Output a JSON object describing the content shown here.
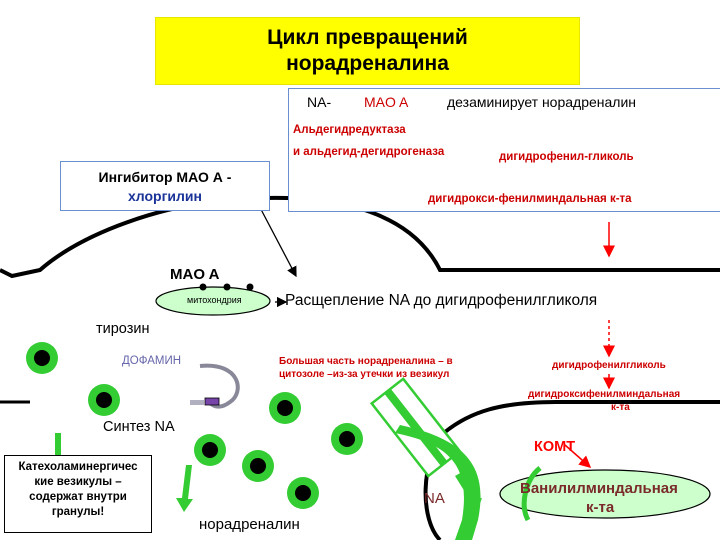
{
  "title": {
    "line1": "Цикл превращений",
    "line2": "норадреналина"
  },
  "top_panel": {
    "na_label": "NA-",
    "mao_label": "MAO A",
    "deaminates": "дезаминирует норадреналин",
    "aldehyde_reductase": "Альдегидредуктаза",
    "aldehyde_dehydrogenase": "и альдегид-дегидрогеназа",
    "dihydrophenylglycol": "дигидрофенил-гликоль",
    "dihydroxymandelic": "дигидрокси-фенилминдальная к-та"
  },
  "inhibitor": {
    "line1": "Ингибитор МАО А -",
    "line2": "хлоргилин"
  },
  "cell": {
    "mao_a": "MAO A",
    "mitochondria": "митохондрия",
    "breakdown": "Расщепление NA до  дигидрофенилгликоля",
    "tyrosine": "тирозин",
    "dopamine": "ДОФАМИН",
    "cytosol_line1": "Большая часть норадреналина – в",
    "cytosol_line2": "цитозоле –из-за утечки из везикул",
    "right_glycol": "дигидрофенилгликоль",
    "right_mandelic_line1": "дигидроксифенилминдальная",
    "right_mandelic_line2": "к-та",
    "synthesis": "Синтез NA",
    "comt": "КОМТ",
    "na_out": "NA",
    "noradrenaline": "норадреналин",
    "vanillyl_line1": "Ванилилминдальная",
    "vanillyl_line2": "к-та"
  },
  "catecholamine_box": {
    "line1": "Катехоламинергичес",
    "line2": "кие везикулы –",
    "line3": "содержат внутри",
    "line4": "гранулы!"
  },
  "colors": {
    "title_bg": "#ffff00",
    "vesicle_fill": "#33cc33",
    "arrow_green": "#33cc33",
    "ellipse_fill": "#ccffcc",
    "comt_red": "#ff0000",
    "panel_border": "#6a8fd0"
  }
}
